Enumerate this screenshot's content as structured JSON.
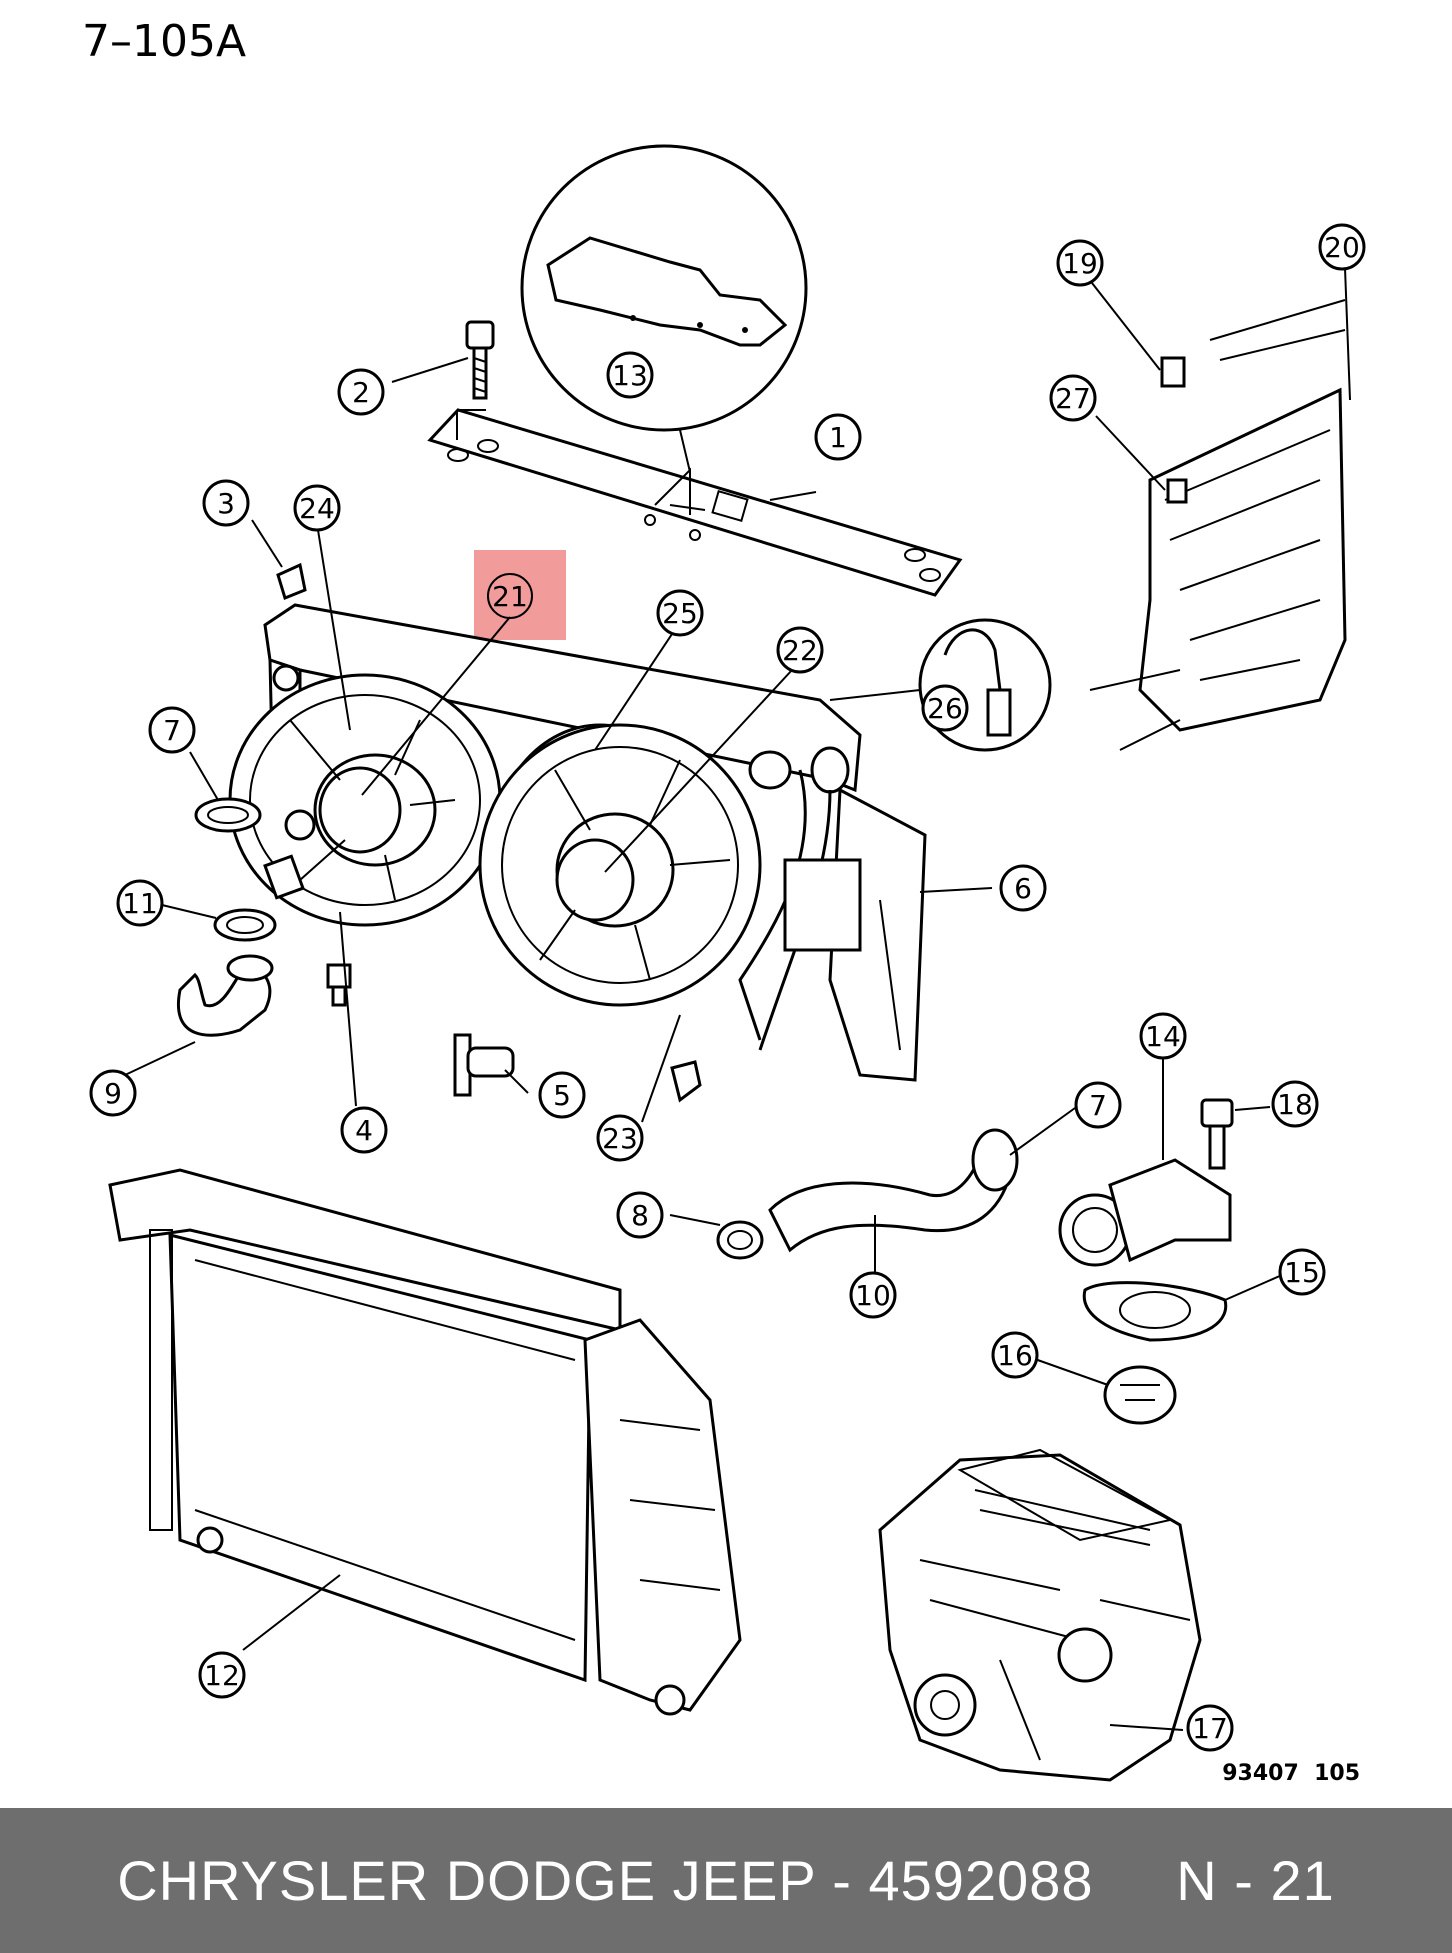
{
  "page_code": "7–105A",
  "figure_code": "93407  105",
  "highlight_color": "#f08a8a",
  "highlighted_callout": "21",
  "callouts": [
    {
      "id": "c1",
      "label": "1"
    },
    {
      "id": "c2",
      "label": "2"
    },
    {
      "id": "c3",
      "label": "3"
    },
    {
      "id": "c4",
      "label": "4"
    },
    {
      "id": "c5",
      "label": "5"
    },
    {
      "id": "c6",
      "label": "6"
    },
    {
      "id": "c7a",
      "label": "7"
    },
    {
      "id": "c7b",
      "label": "7"
    },
    {
      "id": "c8",
      "label": "8"
    },
    {
      "id": "c9",
      "label": "9"
    },
    {
      "id": "c10",
      "label": "10"
    },
    {
      "id": "c11",
      "label": "11"
    },
    {
      "id": "c12",
      "label": "12"
    },
    {
      "id": "c13",
      "label": "13"
    },
    {
      "id": "c14",
      "label": "14"
    },
    {
      "id": "c15",
      "label": "15"
    },
    {
      "id": "c16",
      "label": "16"
    },
    {
      "id": "c17",
      "label": "17"
    },
    {
      "id": "c18",
      "label": "18"
    },
    {
      "id": "c19",
      "label": "19"
    },
    {
      "id": "c20",
      "label": "20"
    },
    {
      "id": "c21",
      "label": "21"
    },
    {
      "id": "c22",
      "label": "22"
    },
    {
      "id": "c23",
      "label": "23"
    },
    {
      "id": "c24",
      "label": "24"
    },
    {
      "id": "c25",
      "label": "25"
    },
    {
      "id": "c26",
      "label": "26"
    },
    {
      "id": "c27",
      "label": "27"
    }
  ],
  "caption": {
    "brand": "CHRYSLER DODGE JEEP",
    "separator": "-",
    "part_number": "4592088",
    "ref": "N - 21"
  }
}
